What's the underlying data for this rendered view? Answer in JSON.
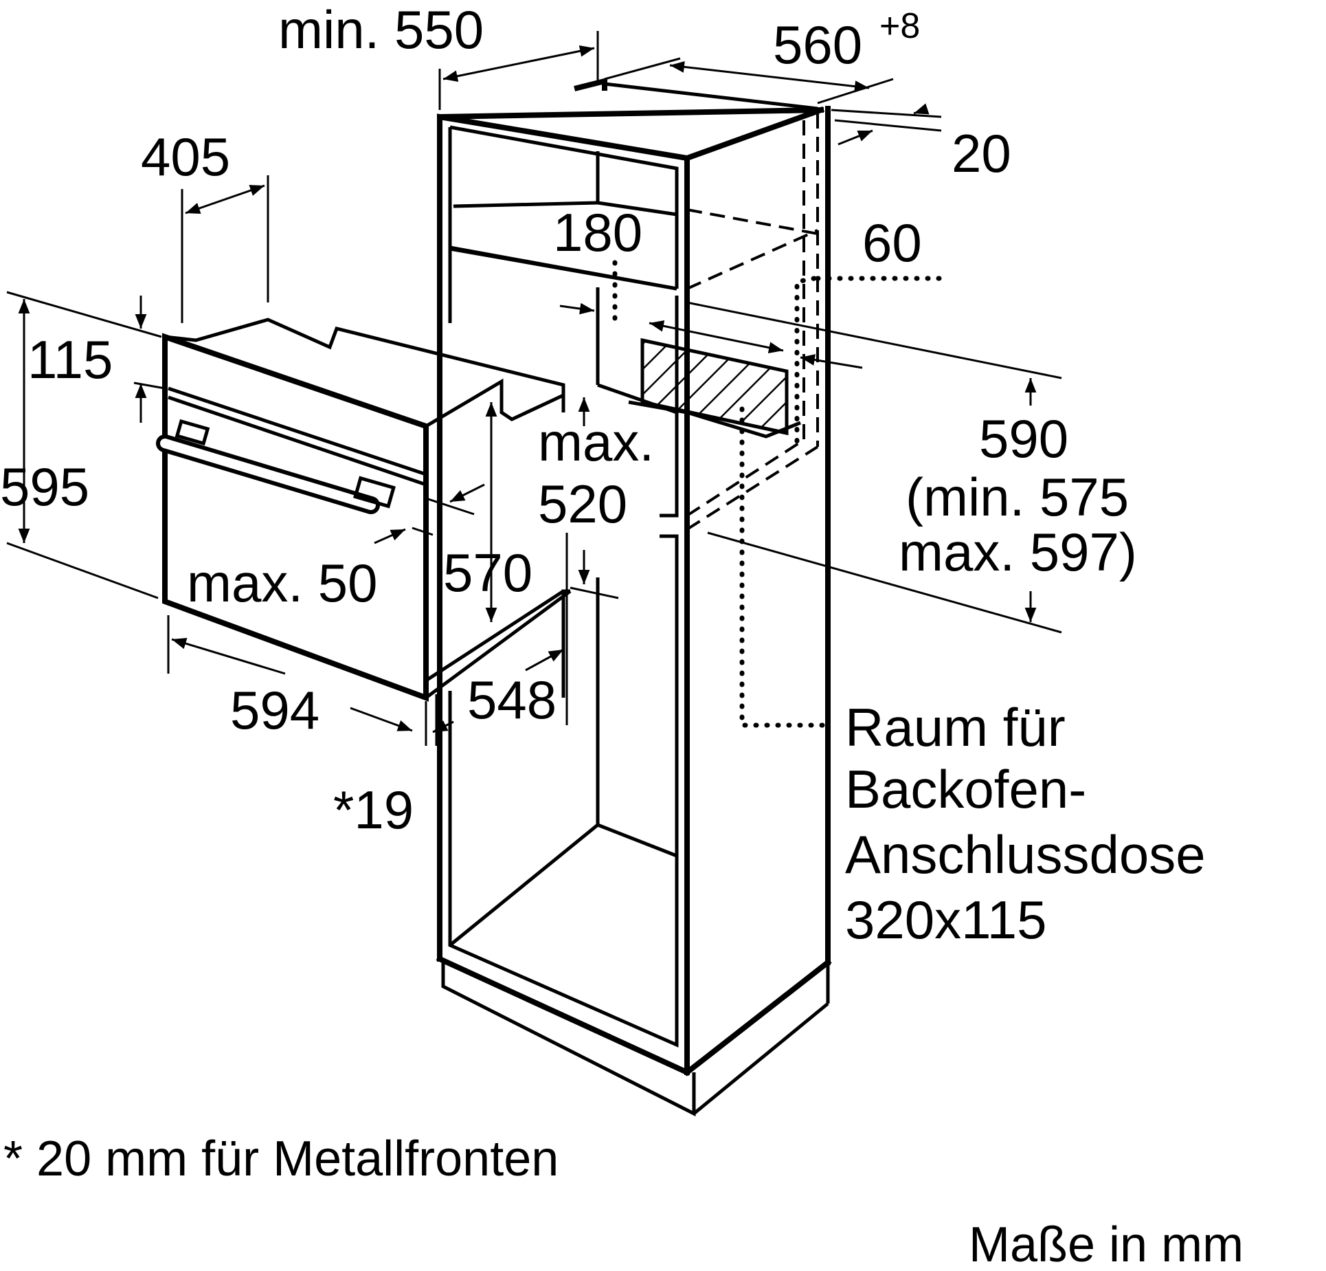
{
  "diagram": {
    "labels": {
      "min550": "min. 550",
      "w560": "560",
      "w560_tol": "+8",
      "d20": "20",
      "d405": "405",
      "d180": "180",
      "d60": "60",
      "d115": "115",
      "d595": "595",
      "max520_a": "max.",
      "max520_b": "520",
      "d590": "590",
      "min575": "(min. 575",
      "max597": "max. 597)",
      "max50": "max. 50",
      "d570": "570",
      "d594": "594",
      "d548": "548",
      "star19": "*19",
      "socket_1": "Raum für",
      "socket_2": "Backofen-",
      "socket_3": "Anschlussdose",
      "socket_4": "320x115",
      "footnote": "* 20 mm für Metallfronten",
      "units": "Maße in mm"
    }
  }
}
